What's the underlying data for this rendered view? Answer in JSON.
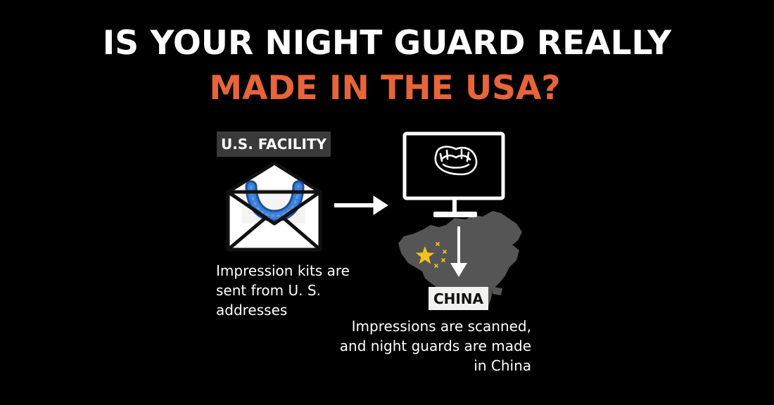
{
  "headline": {
    "line1": "IS YOUR NIGHT GUARD REALLY",
    "line2": "MADE IN THE USA?"
  },
  "labels": {
    "us_facility": "U.S. FACILITY",
    "china": "CHINA"
  },
  "captions": {
    "left": "Impression kits are sent from U. S. addresses",
    "right": "Impressions are scanned, and night guards are made in China"
  },
  "colors": {
    "background": "#000000",
    "headline_white": "#ffffff",
    "headline_accent": "#e8643a",
    "night_guard_blue": "#2f6fc4",
    "map_gray": "#555555",
    "flag_star_yellow": "#f2c21b"
  },
  "icons": [
    "envelope-icon",
    "night-guard-icon",
    "arrow-right-icon",
    "monitor-icon",
    "dental-scan-icon",
    "arrow-down-icon",
    "china-map-icon",
    "flag-stars-icon"
  ]
}
